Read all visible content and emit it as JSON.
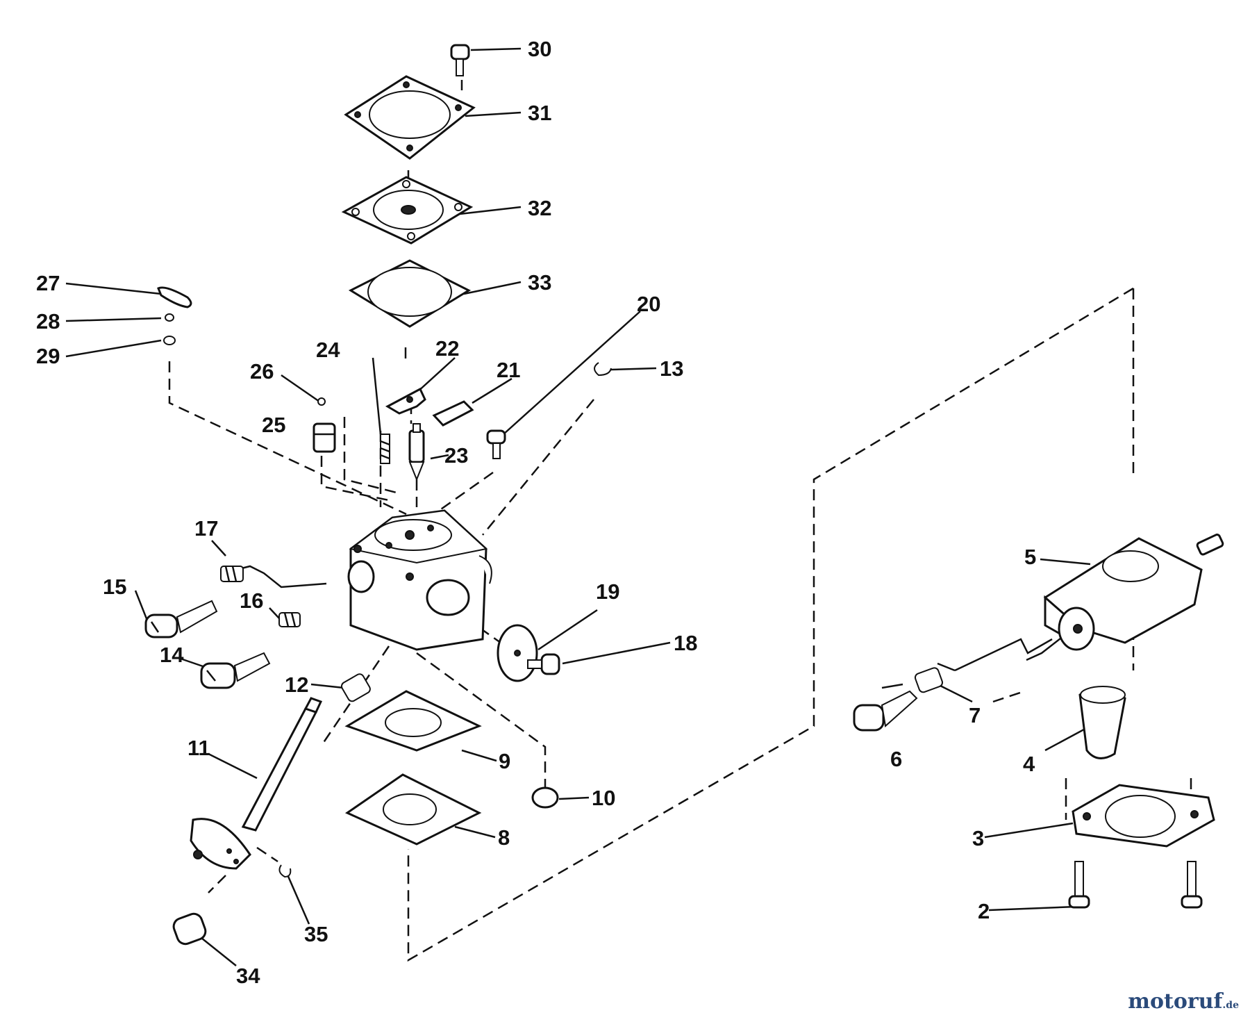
{
  "labels": [
    "30",
    "31",
    "32",
    "33",
    "27",
    "28",
    "29",
    "20",
    "22",
    "21",
    "24",
    "26",
    "13",
    "25",
    "23",
    "17",
    "15",
    "16",
    "19",
    "18",
    "14",
    "12",
    "11",
    "9",
    "10",
    "8",
    "35",
    "34",
    "5",
    "7",
    "6",
    "4",
    "3",
    "2"
  ],
  "watermark": {
    "brand": "motoruf",
    "suffix": ".de"
  }
}
